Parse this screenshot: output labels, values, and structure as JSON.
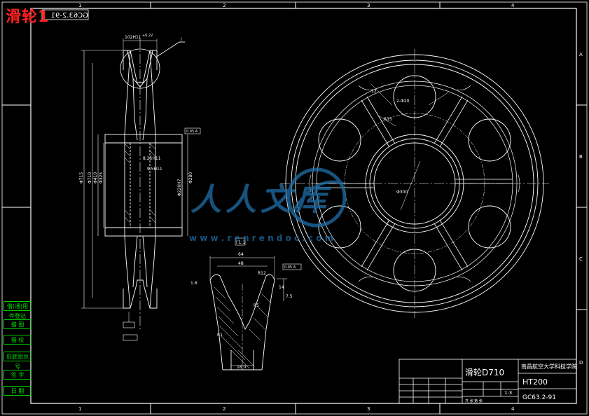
{
  "overlay": {
    "title": "滑轮1"
  },
  "stamp": "GC63.2-91",
  "side_labels": [
    "借(通)用件登记",
    "描 图",
    "描 校",
    "旧底图总号",
    "签 字",
    "日 期"
  ],
  "border": {
    "top": [
      "1",
      "2",
      "3",
      "4"
    ],
    "bottom": [
      "1",
      "2",
      "3",
      "4"
    ],
    "right": [
      "A",
      "B",
      "C",
      "D"
    ]
  },
  "title_block": {
    "part_name": "滑轮D710",
    "school": "南昌航空大学科技学院",
    "material": "HT200",
    "drawing_no": "GC63.2-91",
    "scale": "1:3",
    "sheet": "共 张 第 张"
  },
  "dims": {
    "top_fit": "102H11",
    "top_tol": "+0.22",
    "d715": "Φ715",
    "d710": "Φ710",
    "d410": "Φ410",
    "d325": "Φ325",
    "d220": "Φ220H7",
    "d280": "Φ280",
    "h825": "8.25H11",
    "h95": "9.5H11",
    "leader_label": "I",
    "detail_64": "64",
    "detail_48": "48",
    "detail_18": "18.0",
    "detail_14": "14",
    "detail_75": "7.5",
    "detail_R12": "R12",
    "detail_R1": "R1",
    "detail_R5": "R5",
    "detail_scale": "I 1:1",
    "tol_box": "0.05 A",
    "roughness": "1.6",
    "view_12": "12",
    "view_20": "2-Φ20",
    "view_15": "R15",
    "view_300": "Φ300"
  },
  "watermark": {
    "text": "人人文库",
    "url": "w w w . r e n r e n d o c . c o m"
  },
  "colors": {
    "background": "#000000",
    "line": "#ffffff",
    "border": "#ffffff",
    "title_red": "#ff2020",
    "accent_green": "#00d000",
    "dim_yellow": "#ffff80",
    "watermark": "#1f6fa8"
  }
}
